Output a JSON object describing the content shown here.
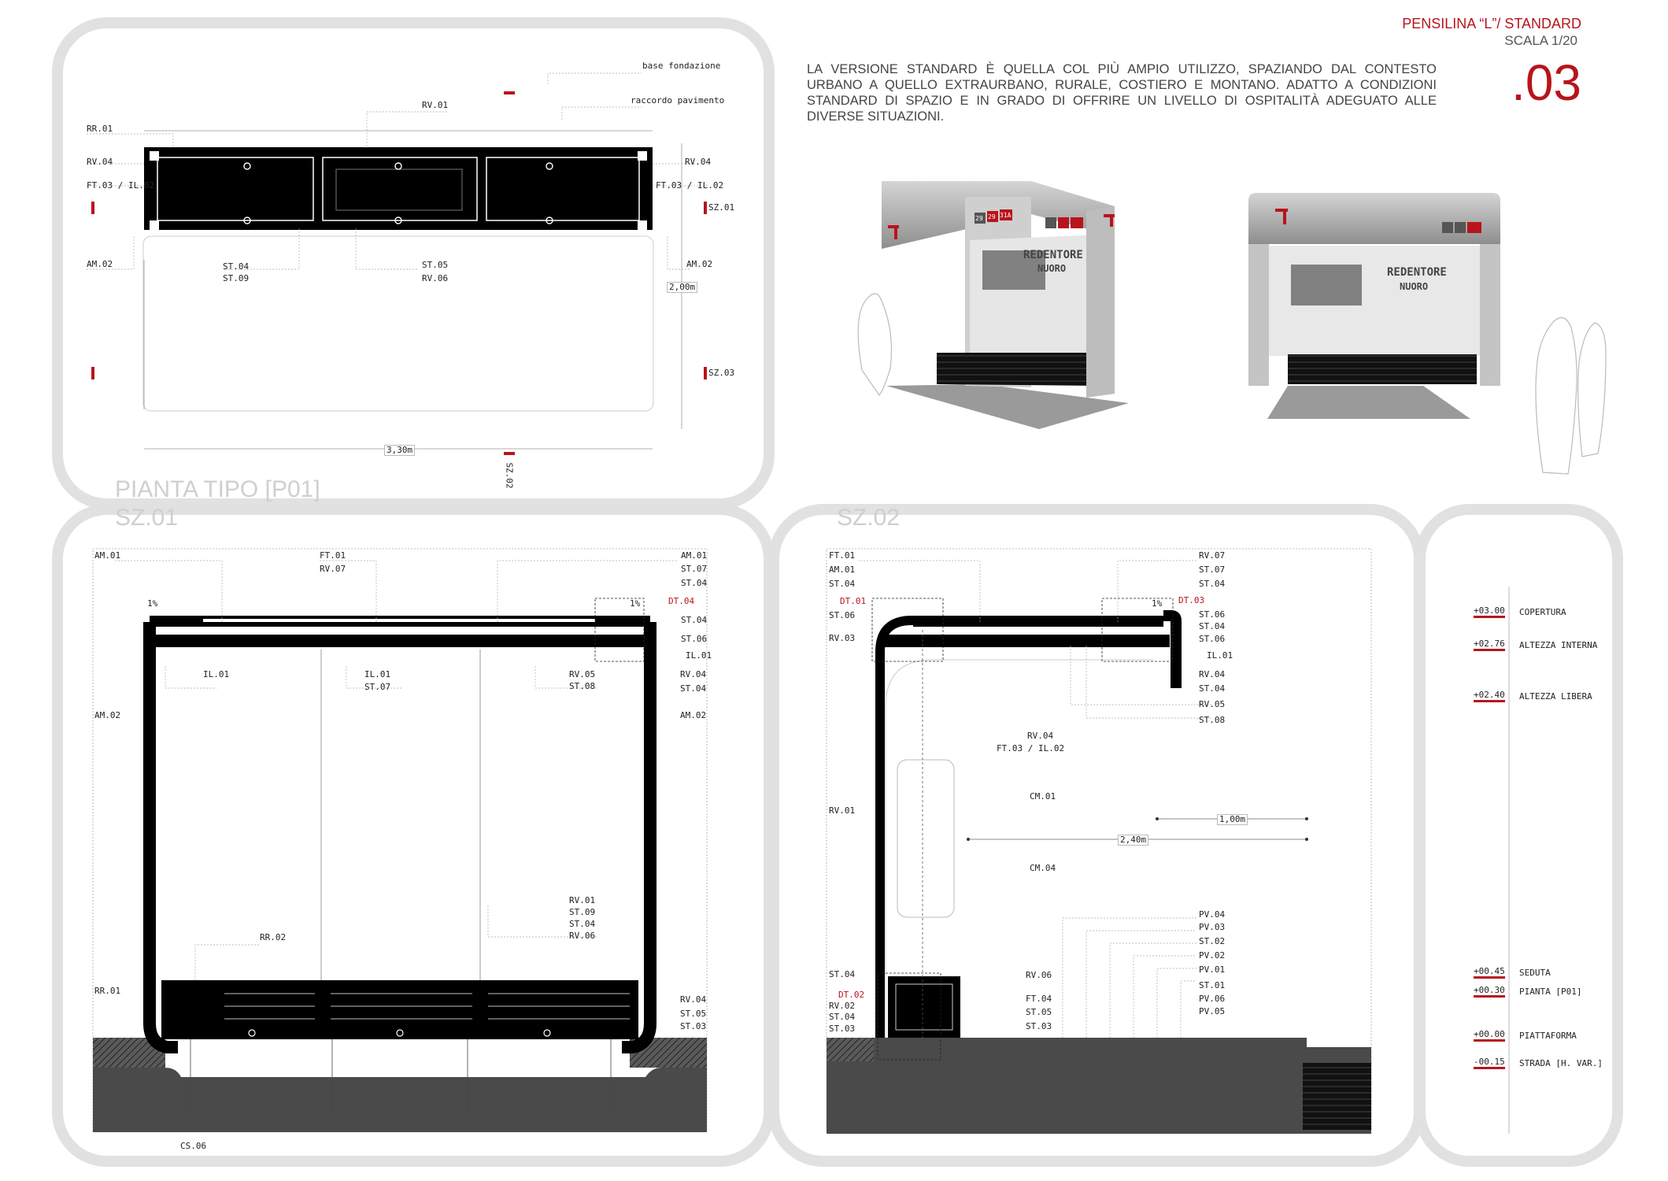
{
  "header": {
    "title": "PENSILINA “L”/ STANDARD",
    "scale": "SCALA 1/20",
    "sheet_number": ".03",
    "description": "LA VERSIONE STANDARD È QUELLA COL PIÙ AMPIO UTILIZZO, SPAZIANDO DAL CONTESTO URBANO A QUELLO EXTRAURBANO, RURALE, COSTIERO E MONTANO. ADATTO A CONDIZIONI STANDARD DI SPAZIO E IN GRADO DI OFFRIRE UN LIVELLO DI OSPITALITÀ ADEGUATO ALLE DIVERSE SITUAZIONI."
  },
  "colors": {
    "accent": "#b8141c",
    "frame": "#e1e1e1",
    "ink": "#000000",
    "ground": "#4a4a4a"
  },
  "plan": {
    "title_line1": "PIANTA TIPO [P01]",
    "title_line2": "SZ.01",
    "labels": {
      "base_fondazione": "base fondazione",
      "raccordo_pavimento": "raccordo pavimento",
      "rv01": "RV.01",
      "rr01": "RR.01",
      "rv04_l": "RV.04",
      "rv04_r": "RV.04",
      "ft03_l": "FT.03 / IL.02",
      "ft03_r": "FT.03 / IL.02",
      "sz01": "SZ.01",
      "sz03": "SZ.03",
      "sz02": "SZ.02",
      "am02_l": "AM.02",
      "am02_r": "AM.02",
      "st04": "ST.04",
      "st09": "ST.09",
      "st05": "ST.05",
      "rv06": "RV.06",
      "dim_depth": "2,00m",
      "dim_width": "3,30m"
    }
  },
  "render": {
    "badges": [
      "29",
      "29",
      "31A"
    ],
    "poster_title": "REDENTORE",
    "poster_subtitle": "NUORO"
  },
  "section1": {
    "labels": {
      "am01_l": "AM.01",
      "ft01": "FT.01",
      "rv07": "RV.07",
      "am01_r": "AM.01",
      "st07": "ST.07",
      "st04_a": "ST.04",
      "slope_l": "1%",
      "slope_r": "1%",
      "dt04": "DT.04",
      "st04_b": "ST.04",
      "st06": "ST.06",
      "il01_r": "IL.01",
      "il01_a": "IL.01",
      "il01_b": "IL.01",
      "st07_b": "ST.07",
      "rv05": "RV.05",
      "st08": "ST.08",
      "rv04_r": "RV.04",
      "st04_c": "ST.04",
      "am02_l": "AM.02",
      "am02_r": "AM.02",
      "rv01": "RV.01",
      "st09": "ST.09",
      "st04_d": "ST.04",
      "rv06": "RV.06",
      "rr02": "RR.02",
      "rr01": "RR.01",
      "rv04_b": "RV.04",
      "st05": "ST.05",
      "st03": "ST.03",
      "cs06": "CS.06"
    }
  },
  "section2": {
    "title": "SZ.02",
    "labels": {
      "ft01": "FT.01",
      "am01": "AM.01",
      "st04": "ST.04",
      "dt01": "DT.01",
      "st06": "ST.06",
      "rv03": "RV.03",
      "rv07": "RV.07",
      "st07": "ST.07",
      "st04_b": "ST.04",
      "dt03": "DT.03",
      "slope": "1%",
      "st06_b": "ST.06",
      "st04_c": "ST.04",
      "st06_c": "ST.06",
      "il01": "IL.01",
      "rv04": "RV.04",
      "st04_d": "ST.04",
      "rv05": "RV.05",
      "st08": "ST.08",
      "rv04_b": "RV.04",
      "ft03": "FT.03 / IL.02",
      "cm01": "CM.01",
      "cm04": "CM.04",
      "rv01": "RV.01",
      "dim_1": "1,00m",
      "dim_2": "2,40m",
      "pv04": "PV.04",
      "pv03": "PV.03",
      "st02": "ST.02",
      "pv02": "PV.02",
      "pv01": "PV.01",
      "st01": "ST.01",
      "pv06": "PV.06",
      "pv05": "PV.05",
      "st04_e": "ST.04",
      "rv06": "RV.06",
      "dt02": "DT.02",
      "ft04": "FT.04",
      "rv02": "RV.02",
      "st04_f": "ST.04",
      "st05": "ST.05",
      "st03": "ST.03",
      "st03_b": "ST.03"
    }
  },
  "levels": [
    {
      "value": "+03.00",
      "name": "COPERTURA"
    },
    {
      "value": "+02.76",
      "name": "ALTEZZA INTERNA"
    },
    {
      "value": "+02.40",
      "name": "ALTEZZA LIBERA"
    },
    {
      "value": "+00.45",
      "name": "SEDUTA"
    },
    {
      "value": "+00.30",
      "name": "PIANTA [P01]"
    },
    {
      "value": "+00.00",
      "name": "PIATTAFORMA"
    },
    {
      "value": "-00.15",
      "name": "STRADA [H. VAR.]"
    }
  ]
}
